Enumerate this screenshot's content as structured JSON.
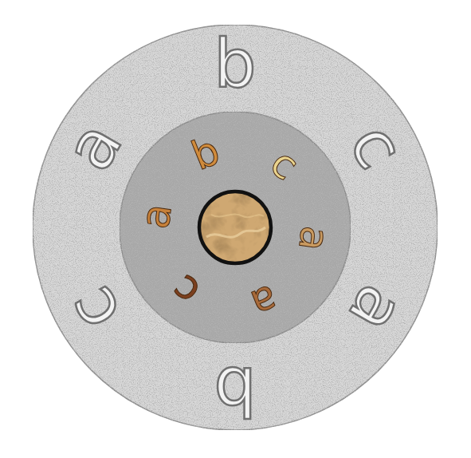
{
  "diagram": {
    "nodes": [
      {
        "text": [
          "b",
          "c",
          "a",
          "b",
          "c",
          "a"
        ]
      },
      {
        "text": [
          "b",
          "c",
          "a",
          "a",
          "c",
          "a"
        ],
        "in": 0
      }
    ]
  }
}
